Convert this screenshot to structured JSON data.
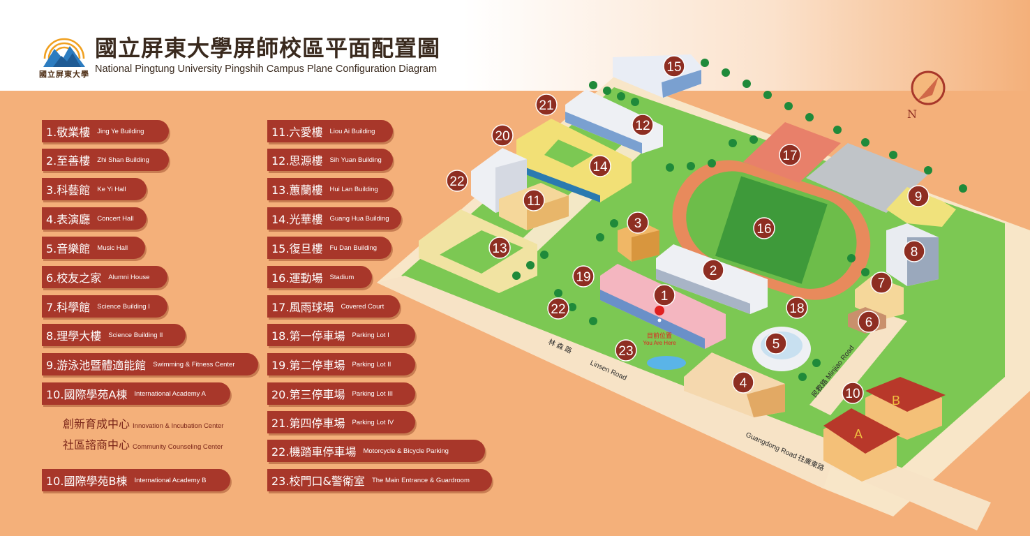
{
  "header": {
    "title_zh": "國立屏東大學屏師校區平面配置圖",
    "title_en": "National Pingtung University Pingshih Campus Plane Configuration Diagram",
    "logo_text": "國立屏東大學"
  },
  "legend": {
    "col1": [
      {
        "zh": "1.敬業樓",
        "en": "Jing Ye  Building"
      },
      {
        "zh": "2.至善樓",
        "en": "Zhi Shan  Building"
      },
      {
        "zh": "3.科藝館",
        "en": "Ke Yi Hall"
      },
      {
        "zh": "4.表演廳",
        "en": "Concert Hall"
      },
      {
        "zh": "5.音樂館",
        "en": "Music Hall"
      },
      {
        "zh": "6.校友之家",
        "en": "Alumni House"
      },
      {
        "zh": "7.科學館",
        "en": "Science Building  I"
      },
      {
        "zh": "8.理學大樓",
        "en": "Science Building  II"
      },
      {
        "zh": "9.游泳池暨體適能館",
        "en": "Swimming & Fitness Center"
      },
      {
        "zh": "10.國際學苑A棟",
        "en": "International Academy A"
      }
    ],
    "col1_sub": [
      {
        "zh": "創新育成中心",
        "en": "Innovation & Incubation Center"
      },
      {
        "zh": "社區諮商中心",
        "en": "Community Counseling Center"
      }
    ],
    "col1_last": {
      "zh": "10.國際學苑B棟",
      "en": "International Academy B"
    },
    "col2": [
      {
        "zh": "11.六愛樓",
        "en": "Liou Ai Building"
      },
      {
        "zh": "12.思源樓",
        "en": "Sih Yuan Building"
      },
      {
        "zh": "13.蕙蘭樓",
        "en": "Hui Lan Building"
      },
      {
        "zh": "14.光華樓",
        "en": "Guang Hua Building"
      },
      {
        "zh": "15.復旦樓",
        "en": "Fu Dan Building"
      },
      {
        "zh": "16.運動場",
        "en": "Stadium"
      },
      {
        "zh": "17.風雨球場",
        "en": "Covered Court"
      },
      {
        "zh": "18.第一停車場",
        "en": "Parking Lot  I"
      },
      {
        "zh": "19.第二停車場",
        "en": "Parking Lot  II"
      },
      {
        "zh": "20.第三停車場",
        "en": "Parking Lot  III"
      },
      {
        "zh": "21.第四停車場",
        "en": "Parking Lot  IV"
      },
      {
        "zh": "22.機踏車停車場",
        "en": "Motorcycle & Bicycle Parking"
      },
      {
        "zh": "23.校門口&警衛室",
        "en": "The Main Entrance & Guardroom"
      }
    ]
  },
  "map": {
    "markers": [
      "15",
      "21",
      "12",
      "20",
      "14",
      "22",
      "11",
      "13",
      "3",
      "16",
      "17",
      "9",
      "8",
      "2",
      "19",
      "1",
      "7",
      "18",
      "6",
      "22",
      "5",
      "23",
      "4",
      "10"
    ],
    "labels": {
      "A": "A",
      "B": "B"
    },
    "you_are_here_zh": "目前位置",
    "you_are_here_en": "You Are Here",
    "roads": {
      "linsen_zh": "林 森 路",
      "linsen_en": "Linsen Road",
      "minjiao": "民教路  Minjiao Road",
      "guangdong": "Guangdong Road  往廣東路"
    },
    "compass": "N"
  },
  "colors": {
    "pill": "#a8372a",
    "lawn": "#6cc24a",
    "track": "#e6885a",
    "background": "#f4b07a"
  }
}
